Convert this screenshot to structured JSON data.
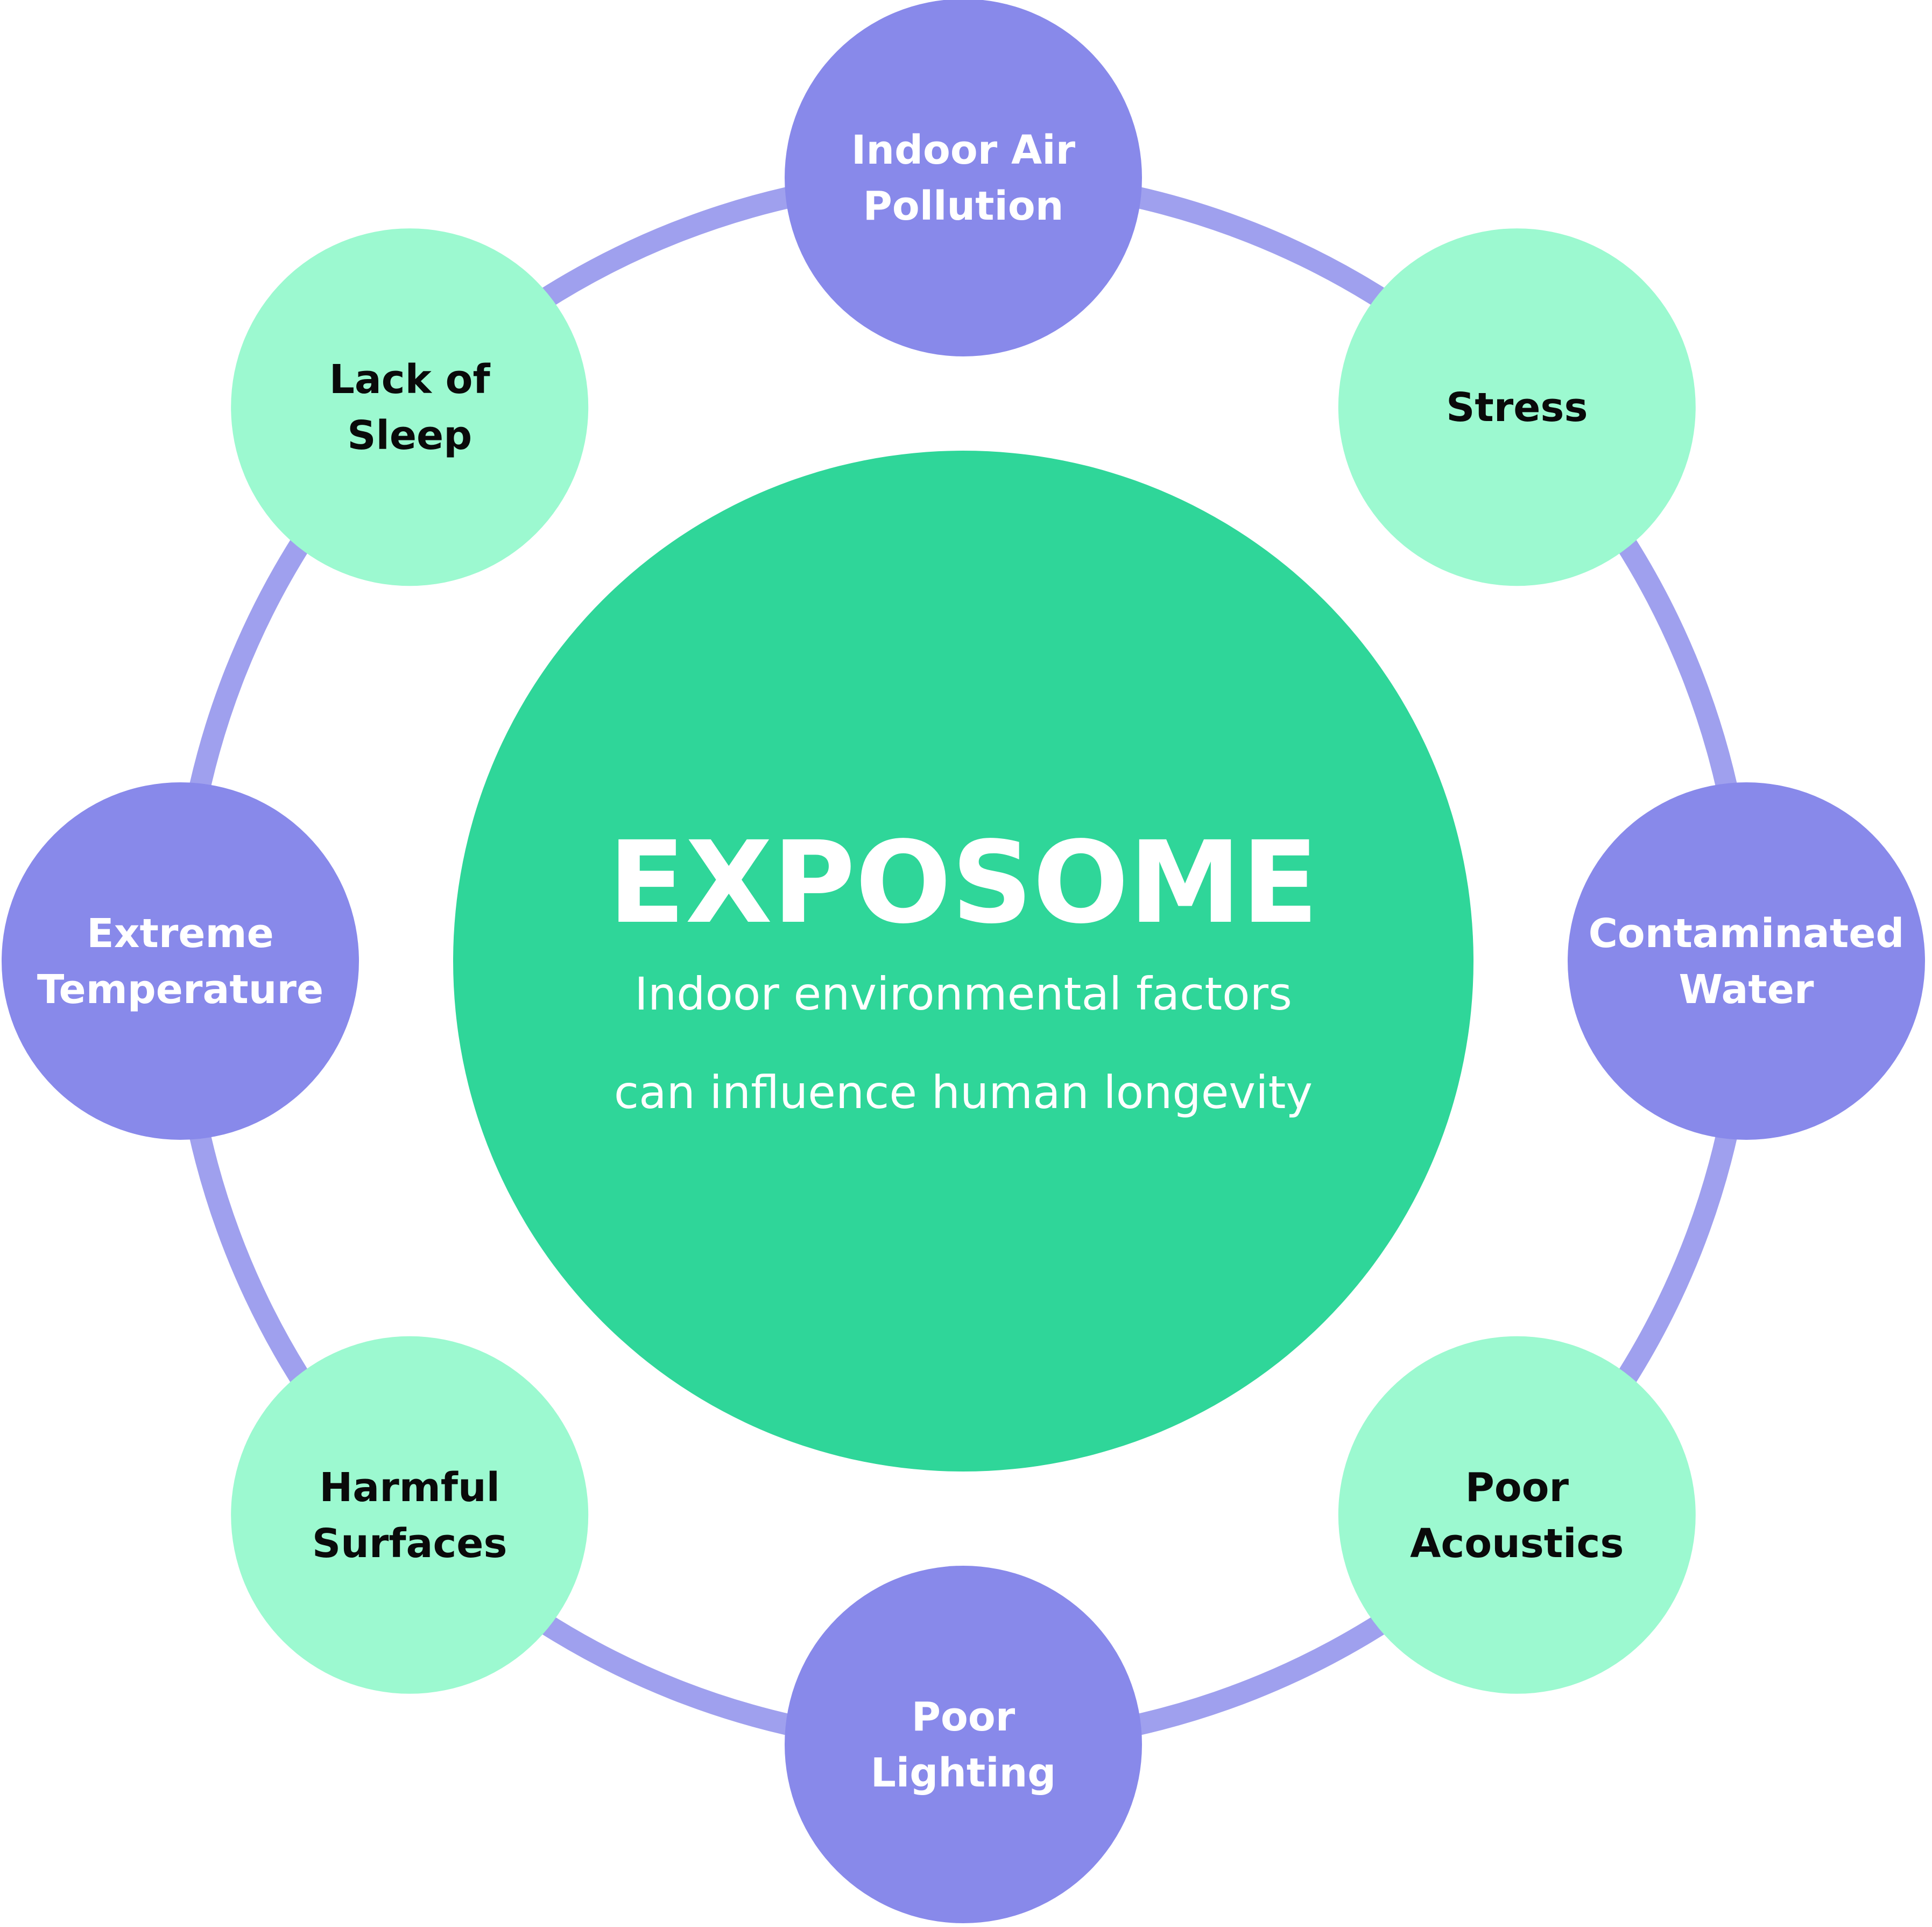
{
  "colors": {
    "ring": "#9fa0ee",
    "purple_node": "#8889ea",
    "mint_node": "#9cf9d0",
    "center": "#2fd699",
    "light_text": "#ffffff",
    "dark_text": "#0a0a0a"
  },
  "center": {
    "title": "EXPOSOME",
    "subtitle_lines": [
      "Indoor environmental factors",
      "can influence human longevity"
    ]
  },
  "nodes": [
    {
      "id": "indoor-air-pollution",
      "lines": [
        "Indoor Air",
        "Pollution"
      ],
      "style": "purple"
    },
    {
      "id": "stress",
      "lines": [
        "Stress"
      ],
      "style": "mint"
    },
    {
      "id": "contaminated-water",
      "lines": [
        "Contaminated",
        "Water"
      ],
      "style": "purple"
    },
    {
      "id": "poor-acoustics",
      "lines": [
        "Poor",
        "Acoustics"
      ],
      "style": "mint"
    },
    {
      "id": "poor-lighting",
      "lines": [
        "Poor",
        "Lighting"
      ],
      "style": "purple"
    },
    {
      "id": "harmful-surfaces",
      "lines": [
        "Harmful",
        "Surfaces"
      ],
      "style": "mint"
    },
    {
      "id": "extreme-temperature",
      "lines": [
        "Extreme",
        "Temperature"
      ],
      "style": "purple"
    },
    {
      "id": "lack-of-sleep",
      "lines": [
        "Lack of",
        "Sleep"
      ],
      "style": "mint"
    }
  ]
}
